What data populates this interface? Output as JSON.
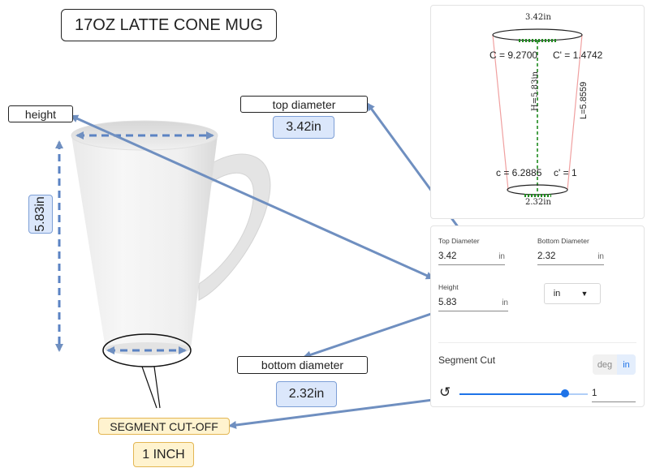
{
  "title": "17OZ LATTE CONE MUG",
  "annotations": {
    "height_label": "height",
    "height_value": "5.83in",
    "top_diameter_label": "top diameter",
    "top_diameter_value": "3.42in",
    "bottom_diameter_label": "bottom diameter",
    "bottom_diameter_value": "2.32in",
    "segment_label": "SEGMENT CUT-OFF",
    "segment_value": "1 INCH"
  },
  "diagram": {
    "top_label": "3.42in",
    "bottom_label": "2.32in",
    "C": "C = 9.2700",
    "C_prime": "C' = 1.4742",
    "c": "c = 6.2885",
    "c_prime": "c' = 1",
    "H": "H=5.83in",
    "L": "L=5.8559"
  },
  "form": {
    "top_diameter_label": "Top Diameter",
    "top_diameter_value": "3.42",
    "bottom_diameter_label": "Bottom Diameter",
    "bottom_diameter_value": "2.32",
    "height_label": "Height",
    "height_value": "5.83",
    "unit": "in",
    "unit_suffix": "in"
  },
  "segment": {
    "title": "Segment Cut",
    "toggle_deg": "deg",
    "toggle_in": "in",
    "value": "1",
    "slider_fraction": 0.82
  },
  "colors": {
    "arrow": "#6f8fc0",
    "dashed": "#5b83c3",
    "green_dashed": "#1e8a1e",
    "accent_blue": "#1e73e8",
    "cone_edge": "#f0a0a0"
  }
}
